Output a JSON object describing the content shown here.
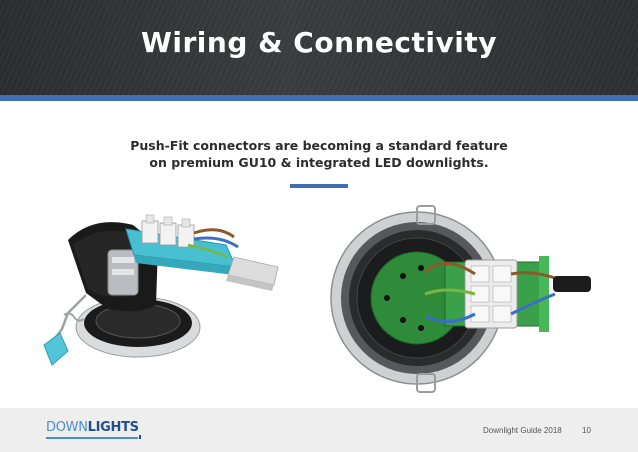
{
  "header": {
    "title": "Wiring & Connectivity"
  },
  "body": {
    "subtitle_line1": "Push-Fit connectors are becoming a standard feature",
    "subtitle_line2": "on premium GU10 & integrated LED downlights."
  },
  "footer": {
    "logo_part1": "DOWN",
    "logo_part2": "LIGHTS",
    "guide_label": "Downlight Guide 2018",
    "page_number": "10"
  },
  "colors": {
    "header_bg": "#2f3134",
    "accent_blue": "#3d6fb6",
    "footer_bg": "#eeeeee",
    "connector_teal": "#4ec3d6",
    "pcb_green": "#2e8b3a"
  },
  "icons": {
    "left_image": "downlight-pushfit-connector-illustration",
    "right_image": "downlight-rear-wiring-photo"
  }
}
